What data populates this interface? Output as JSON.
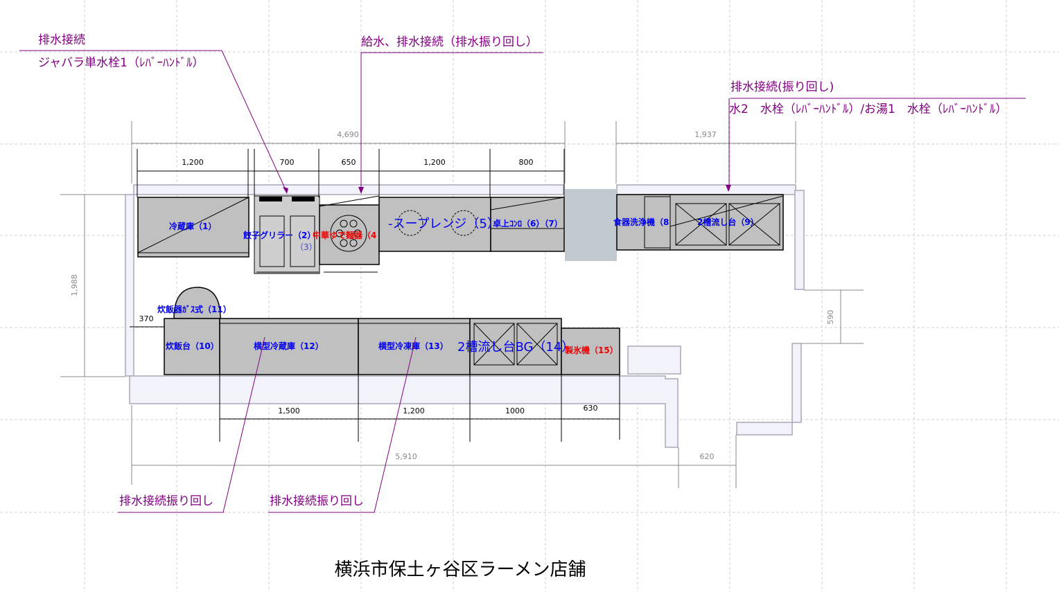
{
  "title": "横浜市保土ヶ谷区ラーメン店舗",
  "notes": {
    "n1_top": "排水接続",
    "n1_bottom": "ジャバラ単水栓1（ﾚﾊﾞｰﾊﾝﾄﾞﾙ）",
    "n2": "給水、排水接続（排水振り回し）",
    "n3_top": "排水接続(振り回し)",
    "n3_bottom": "水2　水栓（ﾚﾊﾞｰﾊﾝﾄﾞﾙ）/お湯1　水栓（ﾚﾊﾞｰﾊﾝﾄﾞﾙ）",
    "n4": "排水接続振り回し",
    "n5": "排水接続振り回し"
  },
  "equipment": {
    "e1": "冷蔵庫（1）",
    "e2": "餃子グリラー（2）",
    "e3": "（3）",
    "e4": "中華ゆで麺器（4",
    "e5": "-スープレンジ（5）",
    "e6": "卓上ｺﾝﾛ（6）（7）",
    "e8": "食器洗浄機（8",
    "e9": "2槽流し台（9）",
    "e10": "炊飯台（10）",
    "e11": "炊飯器ｶﾞｽ式（11）",
    "e12": "横型冷蔵庫（12）",
    "e13": "横型冷凍庫（13）",
    "e14": "2槽流し台BG（14）",
    "e15": "製氷機（15）"
  },
  "dimensions": {
    "top_total": "4,690",
    "top_right": "1,937",
    "d1200a": "1,200",
    "d700": "700",
    "d650": "650",
    "d1200b": "1,200",
    "d800": "800",
    "left_height": "1,988",
    "d370": "370",
    "d590": "590",
    "d1500": "1,500",
    "d1200c": "1,200",
    "d1000": "1000",
    "d630": "630",
    "bottom_total": "5,910",
    "d620": "620"
  }
}
